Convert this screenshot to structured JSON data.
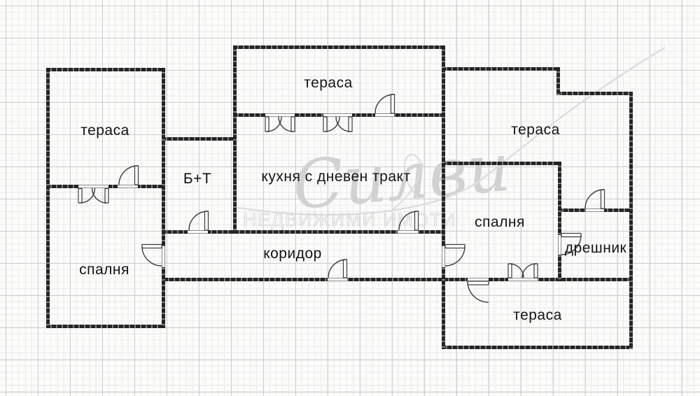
{
  "watermark": {
    "script": "Силви",
    "caps": "НЕДВИЖИМИ ИМОТИ"
  },
  "rooms": [
    {
      "id": "terrace-top-left",
      "label": "тераса"
    },
    {
      "id": "bedroom-left",
      "label": "спалня"
    },
    {
      "id": "bath-wc",
      "label": "Б+Т"
    },
    {
      "id": "terrace-top-middle",
      "label": "тераса"
    },
    {
      "id": "kitchen-living-room",
      "label": "кухня с дневен тракт"
    },
    {
      "id": "terrace-top-right",
      "label": "тераса"
    },
    {
      "id": "bedroom-right",
      "label": "спалня"
    },
    {
      "id": "closet",
      "label": "дрешник"
    },
    {
      "id": "corridor",
      "label": "коридор"
    },
    {
      "id": "terrace-bottom",
      "label": "тераса"
    }
  ]
}
